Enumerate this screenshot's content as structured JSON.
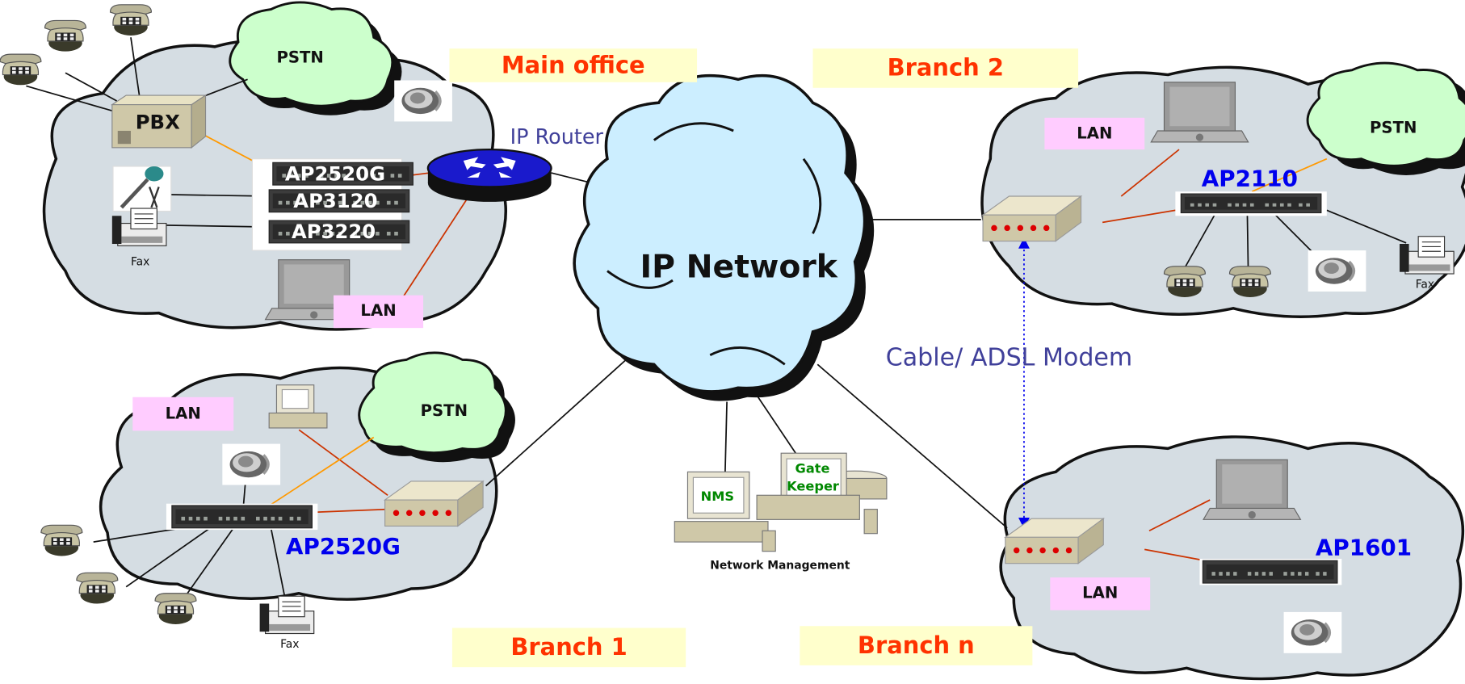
{
  "sections": {
    "main_office": "Main office",
    "branch_2": "Branch 2",
    "branch_1": "Branch 1",
    "branch_n": "Branch n"
  },
  "center": {
    "ip_network": "IP Network",
    "ip_router": "IP Router",
    "modem_label": "Cable/ ADSL  Modem",
    "nms": "NMS",
    "gatekeeper_line1": "Gate",
    "gatekeeper_line2": "Keeper",
    "network_management": "Network Management"
  },
  "main_office": {
    "pstn": "PSTN",
    "pbx": "PBX",
    "devices": [
      "AP2520G",
      "AP3120",
      "AP3220"
    ],
    "fax": "Fax",
    "lan": "LAN"
  },
  "branch_2": {
    "lan": "LAN",
    "pstn": "PSTN",
    "device": "AP2110",
    "fax": "Fax"
  },
  "branch_1": {
    "lan": "LAN",
    "pstn": "PSTN",
    "device": "AP2520G",
    "fax": "Fax"
  },
  "branch_n": {
    "lan": "LAN",
    "device": "AP1601"
  },
  "colors": {
    "cloud_small": "#d5dde3",
    "cloud_pstn": "#ccffcc",
    "cloud_center": "#cceeff",
    "section_bg": "#ffffcc",
    "section_text": "#ff3300",
    "lan_bg": "#ffccff",
    "model_text": "#0000ee",
    "router_blue": "#1a1acc",
    "modem_tan": "#d9d2b4"
  }
}
